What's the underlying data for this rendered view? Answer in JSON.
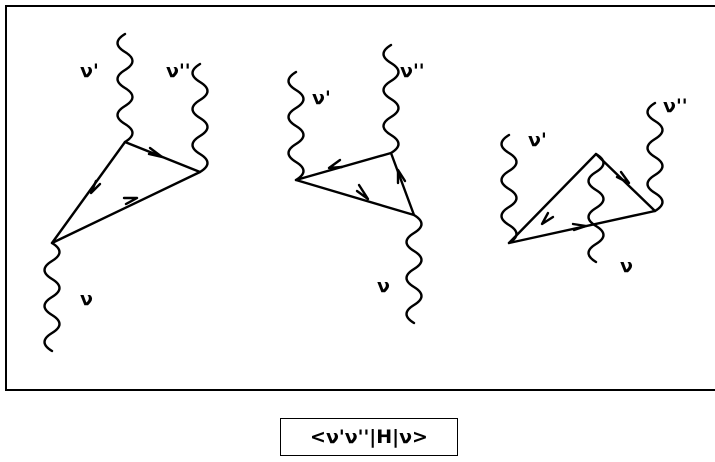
{
  "labels": {
    "nu": "ν",
    "nu_prime": "ν'",
    "nu_double_prime": "ν''"
  },
  "caption": "<ν'ν''|H|ν>"
}
